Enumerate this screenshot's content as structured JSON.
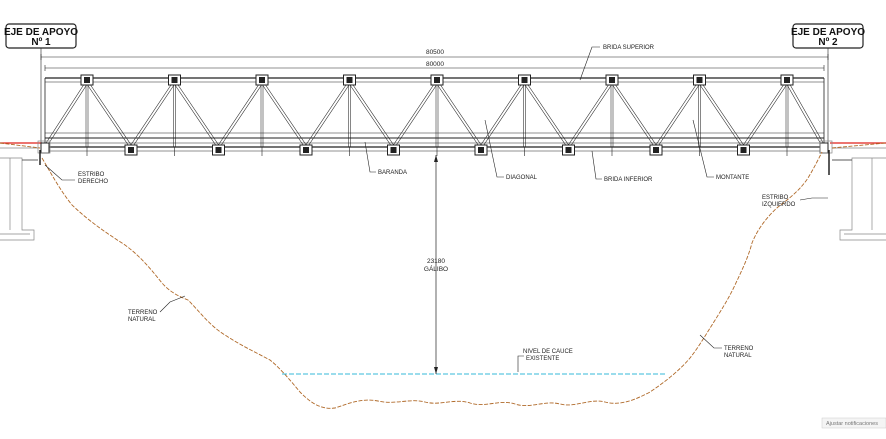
{
  "supports": {
    "left": {
      "line1": "EJE DE APOYO",
      "line2": "Nº 1"
    },
    "right": {
      "line1": "EJE DE APOYO",
      "line2": "Nº 2"
    }
  },
  "dimensions": {
    "overall": "80500",
    "span": "80000",
    "clearance_value": "23180",
    "clearance_label": "GÁLIBO"
  },
  "labels": {
    "brida_superior": "BRIDA SUPERIOR",
    "baranda": "BARANDA",
    "diagonal": "DIAGONAL",
    "brida_inferior": "BRIDA INFERIOR",
    "montante": "MONTANTE",
    "estribo_derecho_1": "ESTRIBO",
    "estribo_derecho_2": "DERECHO",
    "estribo_izquierdo_1": "ESTRIBO",
    "estribo_izquierdo_2": "IZQUIERDO",
    "terreno_left_1": "TERRENO",
    "terreno_left_2": "NATURAL",
    "terreno_right_1": "TERRENO",
    "terreno_right_2": "NATURAL",
    "nivel_1": "NIVEL DE CAUCE",
    "nivel_2": "EXISTENTE"
  },
  "status_text": "Ajustar notificaciones",
  "colors": {
    "line": "#222222",
    "terrain": "#b06a2a",
    "water": "#35b8d8",
    "road": "#e0201a"
  }
}
